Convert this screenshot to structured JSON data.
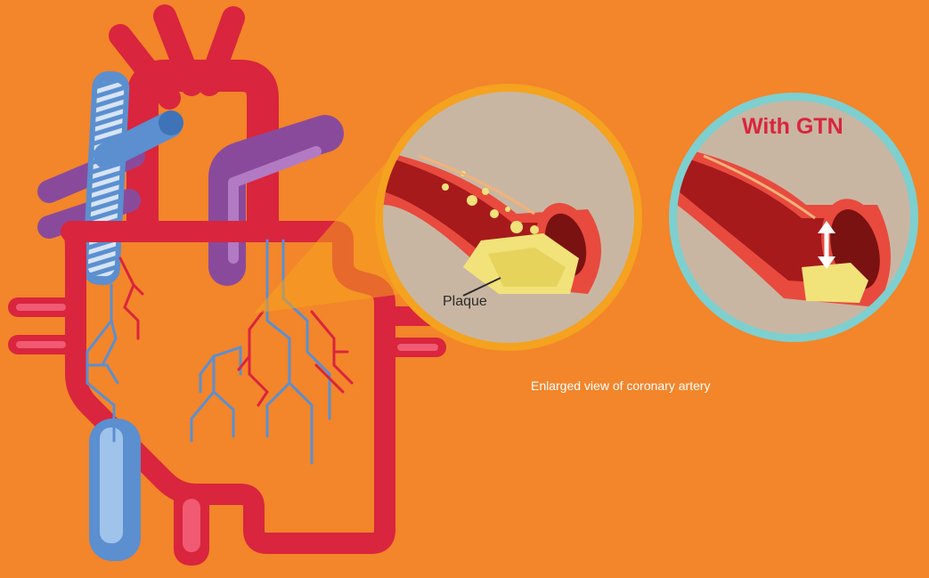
{
  "labels": {
    "plaque": "Plaque",
    "with_gtn": "With GTN",
    "caption": "Enlarged view of coronary artery"
  },
  "colors": {
    "background": "#f3852a",
    "heart_red": "#d9253d",
    "vein_blue": "#5b8fd0",
    "vein_light": "#9fc3ea",
    "vessel_purple": "#8a4a9c",
    "vessel_purple_light": "#b27ac3",
    "circle_orange_ring": "#f4a21f",
    "circle_teal_ring": "#7ecfcf",
    "circle_fill": "#c9b6a2",
    "artery_wall": "#e84a3e",
    "plaque_yellow": "#f2e27a"
  }
}
